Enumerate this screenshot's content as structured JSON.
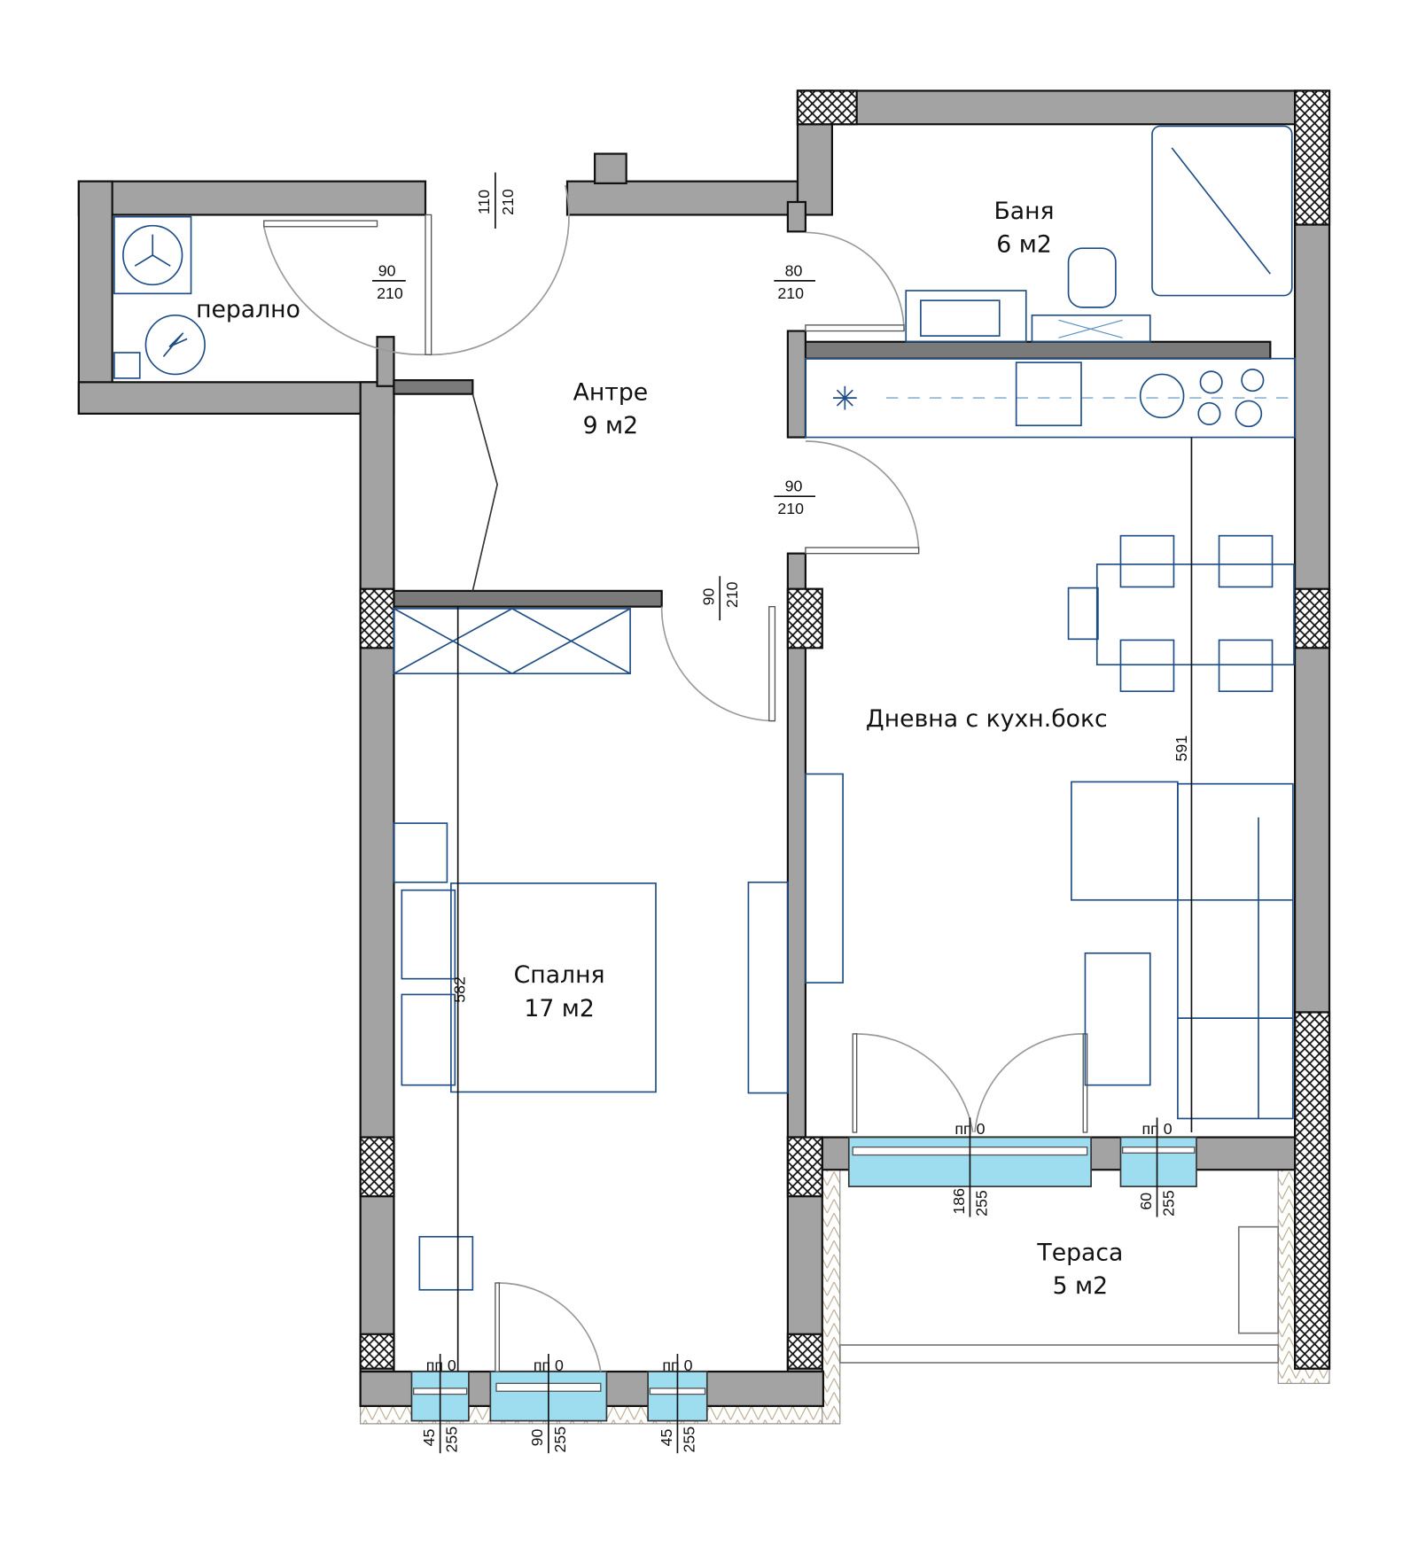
{
  "colors": {
    "wall": "#a3a3a3",
    "window_glass": "#9edcf0",
    "furniture": "#1f4e86",
    "door_swing": "#9a9a9a"
  },
  "rooms": {
    "laundry": {
      "name": "перално"
    },
    "hall": {
      "name": "Антре",
      "area": "9 м2"
    },
    "bathroom": {
      "name": "Баня",
      "area": "6 м2"
    },
    "living": {
      "name": "Дневна с кухн.бокс"
    },
    "bedroom": {
      "name": "Спалня",
      "area": "17 м2"
    },
    "terrace": {
      "name": "Тераса",
      "area": "5 м2"
    }
  },
  "doors": [
    {
      "width": "90",
      "height": "210"
    },
    {
      "width": "110",
      "height": "210"
    },
    {
      "width": "80",
      "height": "210"
    },
    {
      "width": "90",
      "height": "210"
    },
    {
      "width": "90",
      "height": "210"
    }
  ],
  "windows": [
    {
      "sill": "пп 0",
      "width": "45",
      "height": "255"
    },
    {
      "sill": "пп 0",
      "width": "90",
      "height": "255"
    },
    {
      "sill": "пп 0",
      "width": "45",
      "height": "255"
    },
    {
      "sill": "пп 0",
      "width": "186",
      "height": "255"
    },
    {
      "sill": "пп 0",
      "width": "60",
      "height": "255"
    }
  ],
  "dimensions": {
    "living_depth": "591",
    "bedroom_depth": "582"
  }
}
